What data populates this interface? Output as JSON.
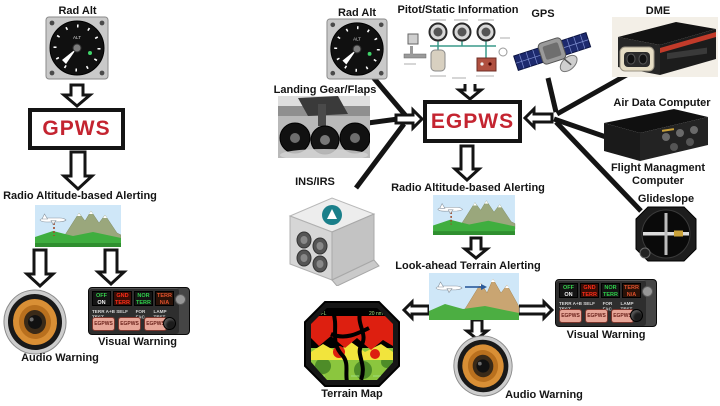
{
  "left": {
    "rad_alt": "Rad Alt",
    "gpws": "GPWS",
    "radio_alerting": "Radio Altitude-based Alerting",
    "audio_warning": "Audio Warning",
    "visual_warning": "Visual Warning"
  },
  "right": {
    "rad_alt": "Rad Alt",
    "pitot": "Pitot/Static Information",
    "gps": "GPS",
    "dme": "DME",
    "landing_gear": "Landing Gear/Flaps",
    "adc": "Air Data Computer",
    "egpws": "EGPWS",
    "fmc": "Flight Managment Computer",
    "ins": "INS/IRS",
    "glideslope": "Glideslope",
    "radio_alerting": "Radio Altitude-based Alerting",
    "lookahead": "Look-ahead Terrain Alerting",
    "terrain_map": "Terrain Map",
    "audio_warning": "Audio Warning",
    "visual_warning": "Visual Warning"
  },
  "panel": {
    "lamps": [
      {
        "l1": "OFF",
        "l2": "ON"
      },
      {
        "l1": "GND",
        "l2": "TERR"
      },
      {
        "l1": "NOR",
        "l2": "TERR"
      },
      {
        "l1": "TERR",
        "l2": "N/A"
      }
    ],
    "caption_left": "TERR A+B SELF TEST",
    "caption_mid": "FOR FAC",
    "caption_right": "LAMP TEST",
    "button_label": "EGPWS"
  },
  "map": {
    "topleft": "RFL",
    "topright": "20 nm"
  },
  "colors": {
    "accent_red": "#c42430",
    "lamp_red": "#ff2d18",
    "lamp_green": "#2ed04a",
    "terrain_red": "#dd1f10",
    "terrain_yellow": "#f2e43c",
    "terrain_green": "#8bc63e",
    "sky_blue": "#cfe7f8",
    "ground_green": "#3fae3f"
  }
}
